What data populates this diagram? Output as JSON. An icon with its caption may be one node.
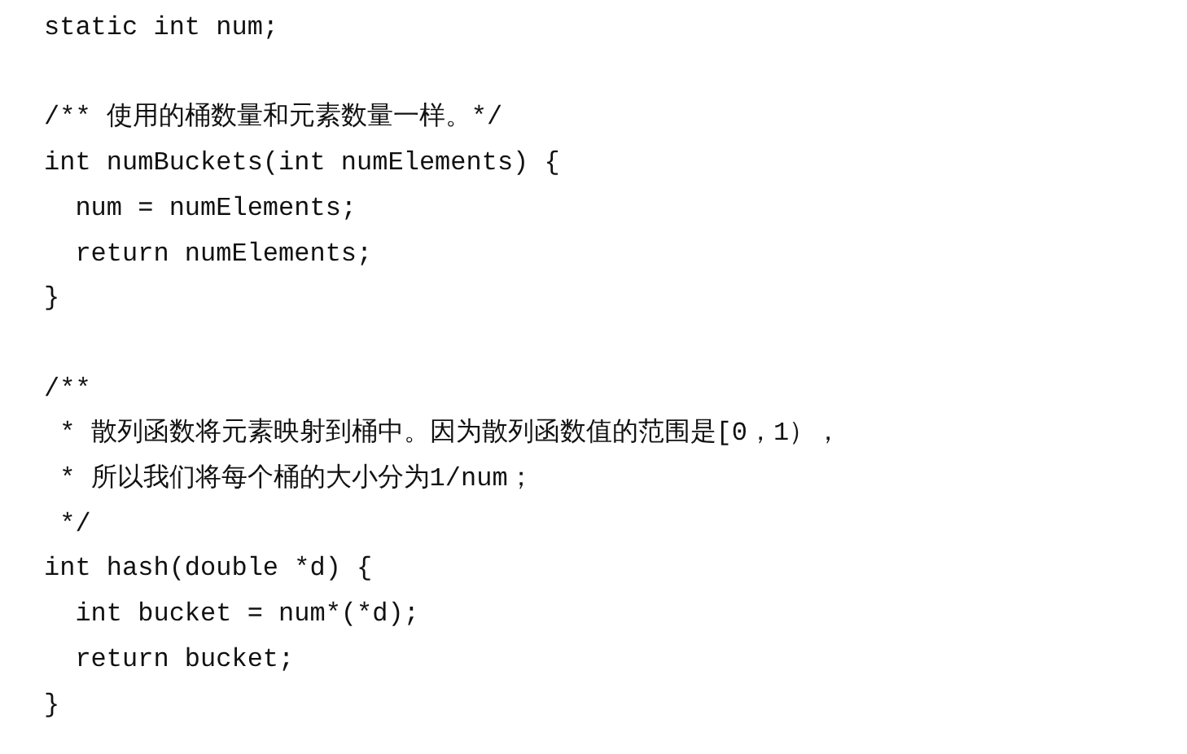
{
  "diagram": {
    "labels": [
      "static int num;",
      "/** 使用的桶数量和元素数量一样。*/",
      "int numBuckets(int numElements) {",
      "  num = numElements;",
      "  return numElements;",
      "}",
      "/**",
      " * 散列函数将元素映射到桶中。因为散列函数值的范围是[0，1），",
      " * 所以我们将每个桶的大小分为1/num；",
      " */",
      "int hash(double *d) {",
      "  int bucket = num*(*d);",
      "  return bucket;",
      "}"
    ]
  }
}
